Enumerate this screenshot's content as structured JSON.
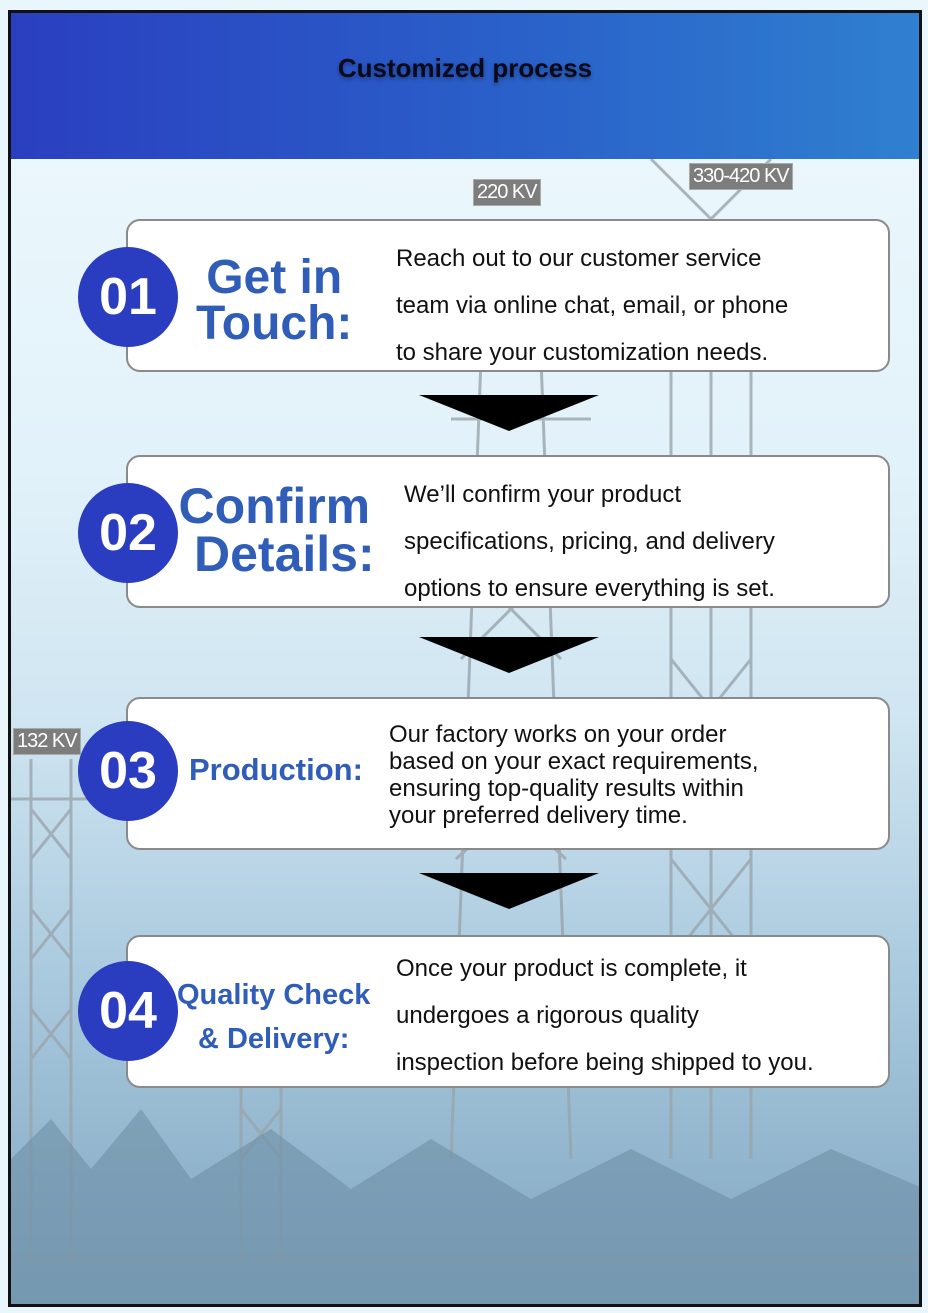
{
  "header": {
    "title": "Customized process"
  },
  "background_labels": [
    "220 KV",
    "330-420 KV",
    "132 KV"
  ],
  "steps": [
    {
      "number": "01",
      "title_lines": [
        "Get in",
        "Touch:"
      ],
      "description": [
        "Reach out to our customer service",
        "team via online chat, email, or phone",
        "to share your customization needs."
      ]
    },
    {
      "number": "02",
      "title_lines": [
        "Confirm",
        "Details:"
      ],
      "description": [
        "We’ll confirm your product",
        "specifications, pricing, and delivery",
        "options to ensure everything is set."
      ]
    },
    {
      "number": "03",
      "title_lines": [
        "Production:"
      ],
      "description": [
        "Our factory works on your order",
        "based on your exact requirements,",
        "ensuring top-quality results within",
        "your preferred delivery time."
      ]
    },
    {
      "number": "04",
      "title_lines": [
        "Quality Check",
        "& Delivery:"
      ],
      "description": [
        "Once your product is complete, it",
        "undergoes a rigorous quality",
        "inspection before being shipped to you."
      ]
    }
  ],
  "colors": {
    "header_start": "#2a3fc0",
    "header_end": "#2f80d0",
    "circle": "#2a3cbf",
    "title": "#2f5db8"
  }
}
